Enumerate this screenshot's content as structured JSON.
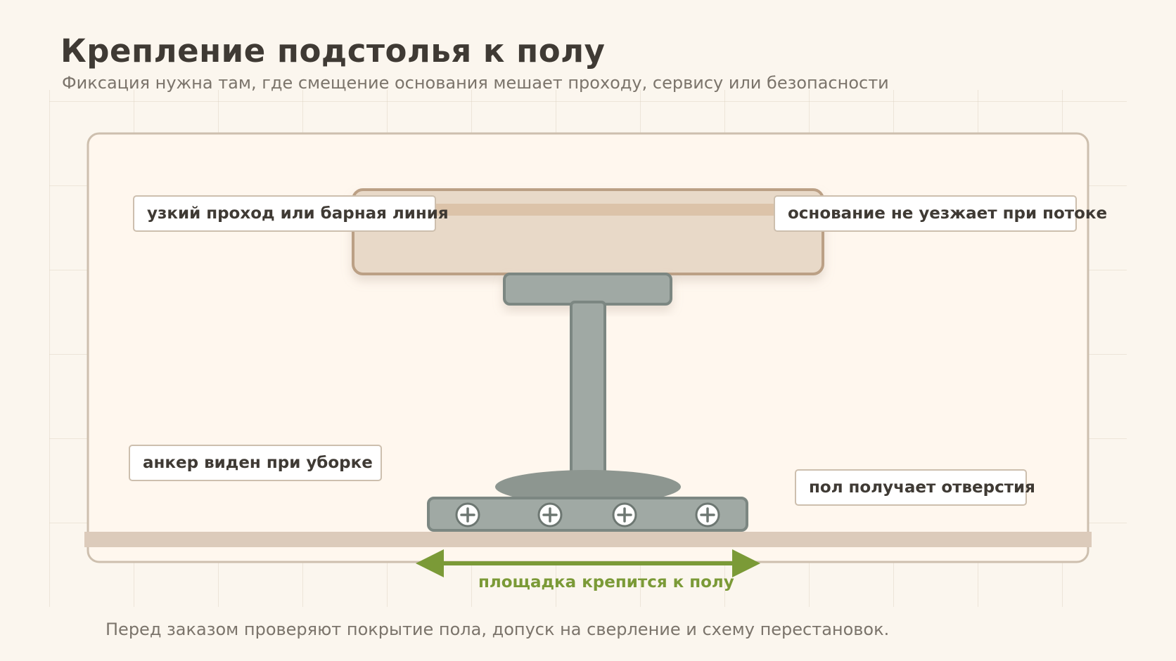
{
  "title": "Крепление подстолья к полу",
  "subtitle": "Фиксация нужна там, где смещение основания мешает проходу, сервису или безопасности",
  "callouts": {
    "top_left": "узкий проход или барная линия",
    "top_right": "основание не уезжает при потоке",
    "bottom_left": "анкер виден при уборке",
    "bottom_right": "пол получает отверстия"
  },
  "arrow_caption": "площадка крепится к полу",
  "footer": "Перед заказом проверяют покрытие пола, допуск на сверление и схему перестановок.",
  "colors": {
    "background": "#fbf6ee",
    "panel": "#fff7ee",
    "tabletop": "#e8d9c8",
    "metal": "#a0a9a4",
    "arrow": "#7b9a37"
  },
  "icons": {
    "bolts": [
      "plus-bolt-icon",
      "plus-bolt-icon",
      "plus-bolt-icon",
      "plus-bolt-icon"
    ],
    "arrow": "double-arrow-icon"
  }
}
